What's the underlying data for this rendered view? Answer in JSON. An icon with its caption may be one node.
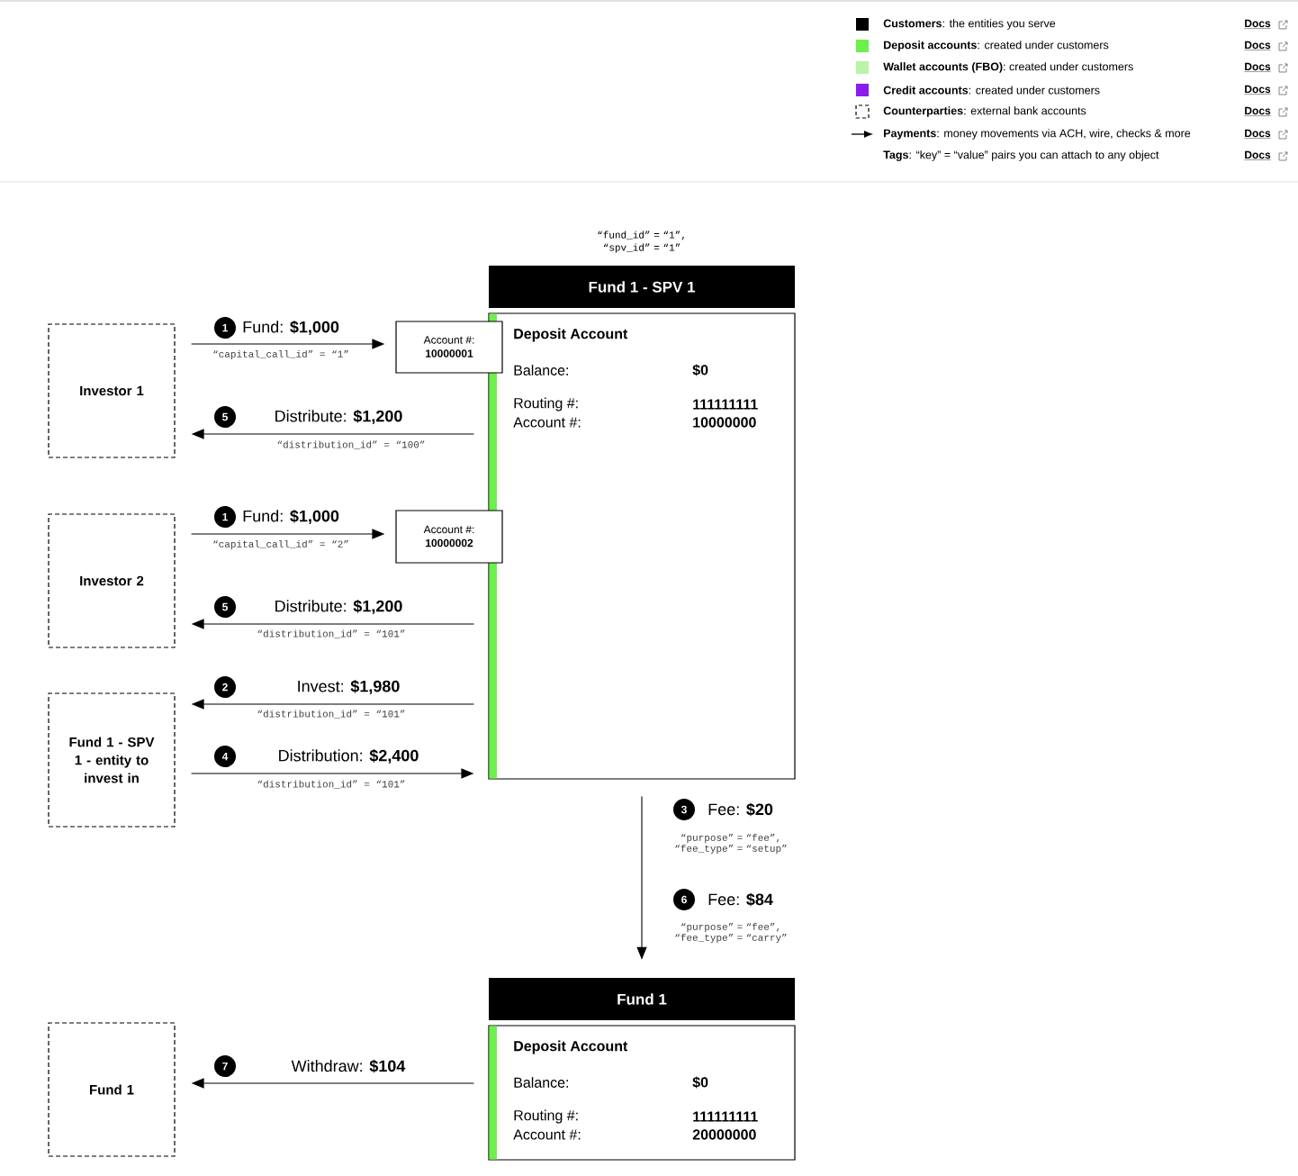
{
  "diagram": {
    "nodes": [
      {
        "text": [
          "Investor 1"
        ]
      },
      {
        "text": [
          "Investor 2"
        ]
      },
      {
        "text": [
          "Fund 1 - SPV 1 - entity to invest in"
        ]
      },
      {
        "text": [
          "Fund 1"
        ]
      },
      {
        "text": [
          "Fund 1 - SPV 1"
        ],
        "beside": [
          "“fund_id” = “1”, “spv_id” = “1”"
        ]
      },
      {
        "text": [
          "Deposit Account",
          "Balance:",
          "$0",
          "Routing #:",
          "111111111",
          "Account #:",
          "10000000"
        ]
      },
      {
        "text": [
          "Account #:",
          "10000001"
        ]
      },
      {
        "text": [
          "Account #:",
          "10000002"
        ]
      },
      {
        "text": [
          "Fund 1"
        ]
      },
      {
        "text": [
          "Deposit Account",
          "Balance:",
          "$0",
          "Routing #:",
          "111111111",
          "Account #:",
          "20000000"
        ]
      }
    ],
    "edges": [
      {
        "from": 0,
        "to": 6,
        "arrow": "to",
        "label": "Fund: **$1,000**"
      },
      {
        "from": 5,
        "to": 0,
        "arrow": "to",
        "label": "Distribute: **$1,200**"
      },
      {
        "from": 1,
        "to": 7,
        "arrow": "to",
        "label": "Fund: **$1,000**"
      },
      {
        "from": 5,
        "to": 1,
        "arrow": "to",
        "label": "Distribute: **$1,200**"
      },
      {
        "from": 5,
        "to": 2,
        "arrow": "to",
        "label": "Invest: **$1,980**"
      },
      {
        "from": 2,
        "to": 5,
        "arrow": "to",
        "label": "Distribution: **$2,400**"
      },
      {
        "from": 5,
        "to": 8,
        "arrow": "to",
        "label": "Fee: **$20**"
      },
      {
        "from": 9,
        "to": 3,
        "arrow": "to",
        "label": "Withdraw: **$104**"
      }
    ],
    "labels": [
      "Docs",
      "Docs",
      "Docs",
      "Docs",
      "Docs",
      "Docs",
      "Docs",
      "1",
      "“capital_call_id” = “1”",
      "5",
      "“distribution_id” = “100”",
      "1",
      "“capital_call_id” = “2”",
      "5",
      "“distribution_id” = “101”",
      "2",
      "“distribution_id” = “101”",
      "4",
      "“distribution_id” = “101”",
      "3",
      "“purpose” = “fee”, “fee_type” = “setup”",
      "6",
      "Fee: **$84**",
      "“purpose” = “fee”, “fee_type” = “carry”",
      "7"
    ],
    "legend": [
      {
        "text": "**Customers**: the entities you serve",
        "color": "#000000"
      },
      {
        "text": "**Deposit accounts**: created under customers",
        "color": "#6cf04a"
      },
      {
        "text": "**Wallet accounts (FBO)**: created under customers",
        "color": "#b8f5a8"
      },
      {
        "text": "**Credit accounts**: created under customers",
        "color": "#8b1cf0"
      },
      {
        "text": "**Counterparties**: external bank accounts"
      },
      {
        "text": "**Payments**: money movements via ACH, wire, checks & more"
      },
      {
        "text": "**Tags**: “key” = “value” pairs you can attach to any object"
      }
    ]
  }
}
